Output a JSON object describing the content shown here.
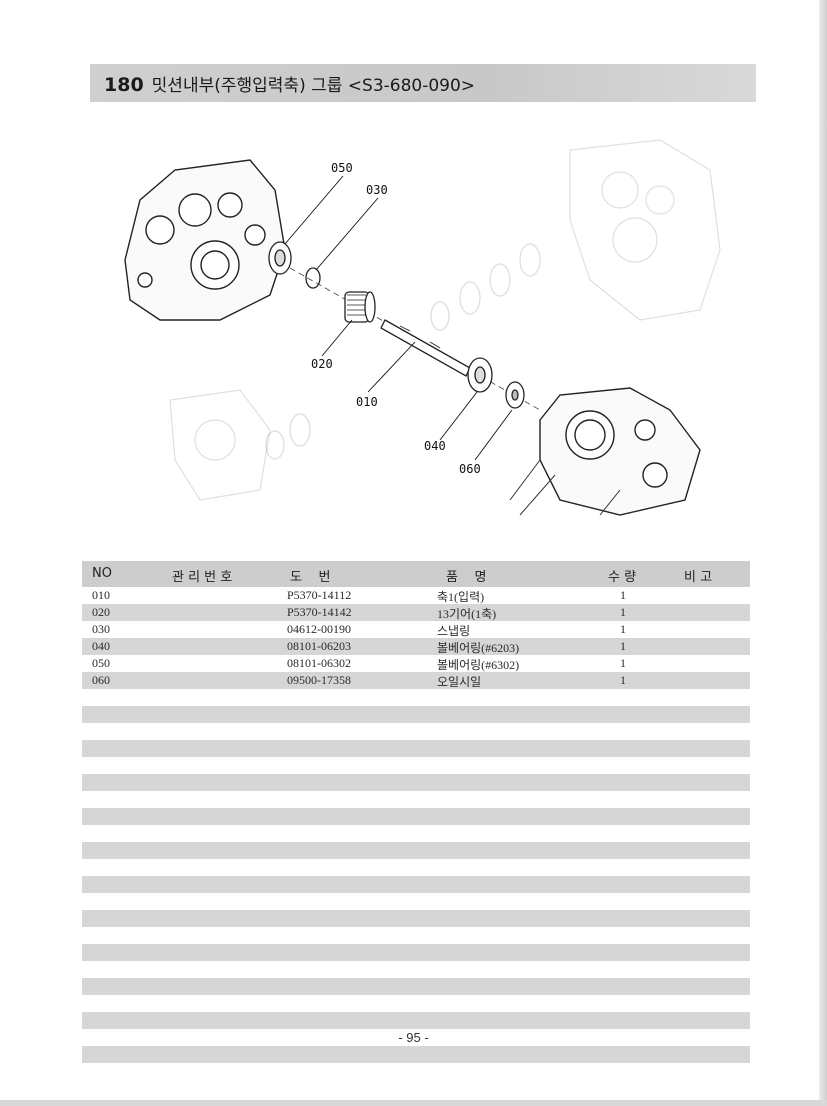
{
  "header": {
    "group_number": "180",
    "title": "밋션내부(주행입력축) 그룹 <S3-680-090>"
  },
  "diagram": {
    "callouts": [
      "050",
      "030",
      "020",
      "010",
      "040",
      "060"
    ]
  },
  "table": {
    "headers": {
      "no": "NO",
      "mgmt_no": "관 리 번 호",
      "drawing_no": "도    번",
      "part_name": "품    명",
      "quantity": "수 량",
      "remarks": "비 고"
    },
    "rows": [
      {
        "no": "010",
        "drawing_no": "P5370-14112",
        "part_name": "축1(입력)",
        "quantity": "1"
      },
      {
        "no": "020",
        "drawing_no": "P5370-14142",
        "part_name": "13기어(1축)",
        "quantity": "1"
      },
      {
        "no": "030",
        "drawing_no": "04612-00190",
        "part_name": "스냅링",
        "quantity": "1"
      },
      {
        "no": "040",
        "drawing_no": "08101-06203",
        "part_name": "볼베어링(#6203)",
        "quantity": "1"
      },
      {
        "no": "050",
        "drawing_no": "08101-06302",
        "part_name": "볼베어링(#6302)",
        "quantity": "1"
      },
      {
        "no": "060",
        "drawing_no": "09500-17358",
        "part_name": "오일시일",
        "quantity": "1"
      }
    ],
    "empty_rows": 22
  },
  "footer": {
    "page_number": "- 95 -"
  }
}
